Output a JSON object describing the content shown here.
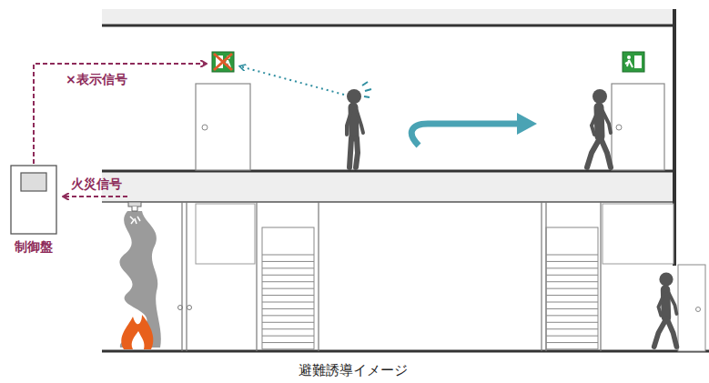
{
  "diagram": {
    "caption": "避難誘導イメージ",
    "nodes": [
      {
        "text": [
          "制御盤"
        ]
      }
    ],
    "labels": [
      "×表示信号",
      "火災信号"
    ]
  }
}
